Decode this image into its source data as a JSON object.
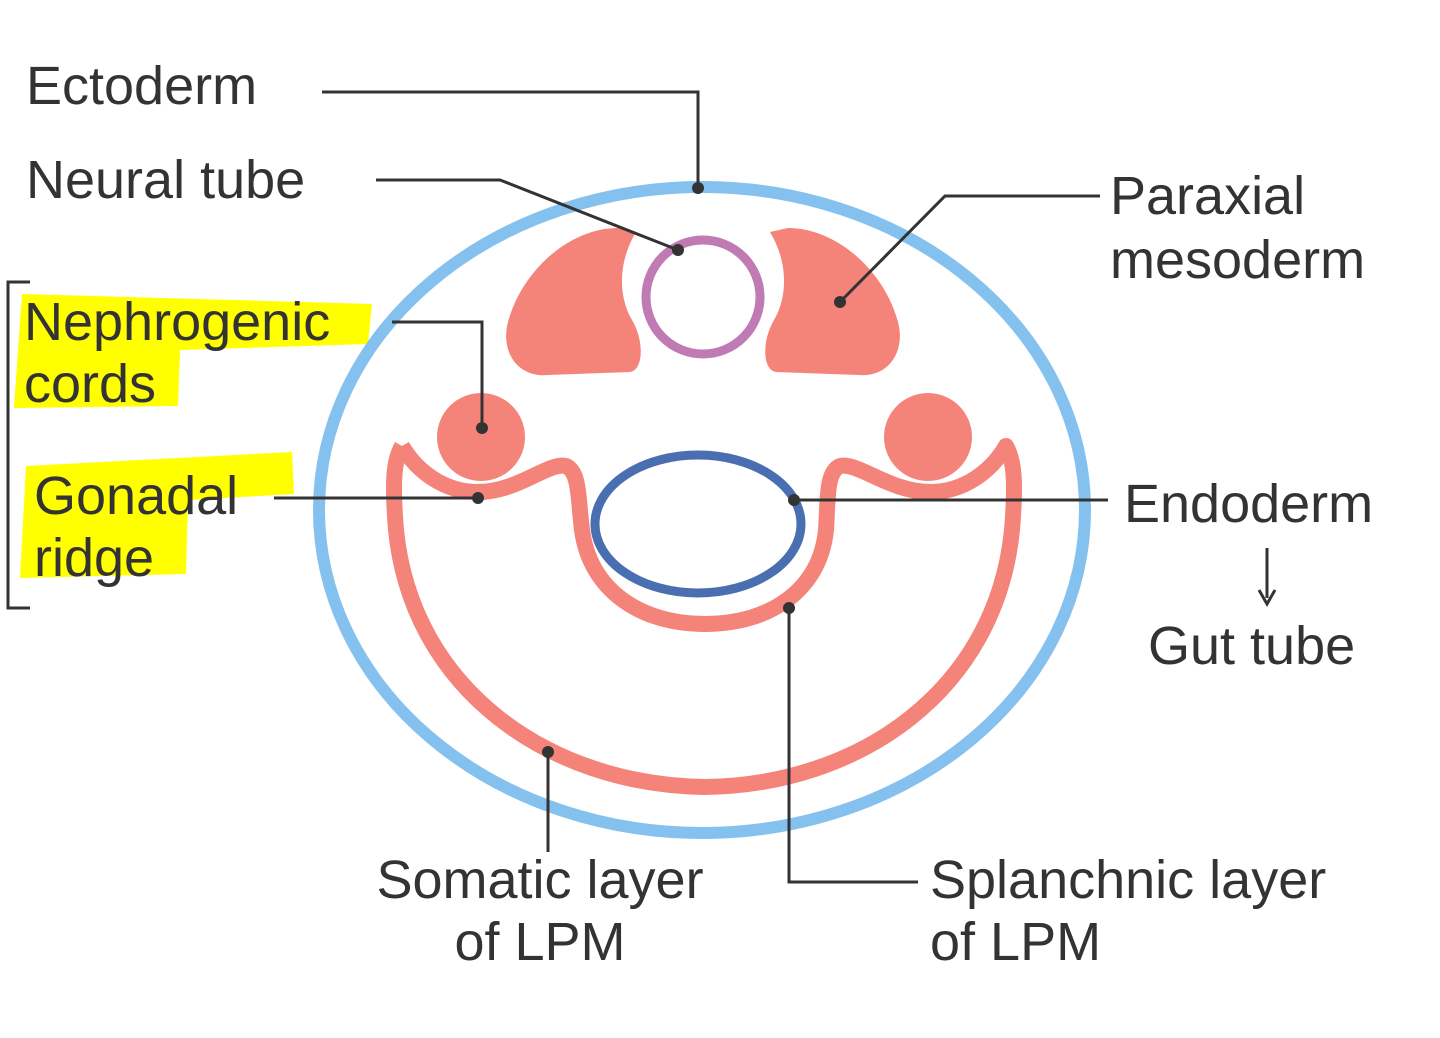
{
  "labels": {
    "ectoderm": "Ectoderm",
    "neural_tube": "Neural tube",
    "paraxial_mesoderm": [
      "Paraxial",
      "mesoderm"
    ],
    "nephrogenic_cords": [
      "Nephrogenic",
      "cords"
    ],
    "gonadal_ridge": [
      "Gonadal",
      "ridge"
    ],
    "endoderm": "Endoderm",
    "gut_tube": "Gut tube",
    "somatic_layer": [
      "Somatic layer",
      "of LPM"
    ],
    "splanchnic_layer": [
      "Splanchnic layer",
      "of LPM"
    ]
  },
  "colors": {
    "ectoderm": "#85C1EE",
    "neural_tube": "#C07AB4",
    "mesoderm": "#F4847A",
    "endoderm": "#4A6FB0",
    "highlight": "#FFFF00",
    "leader_line": "#333333",
    "text": "#333333"
  }
}
